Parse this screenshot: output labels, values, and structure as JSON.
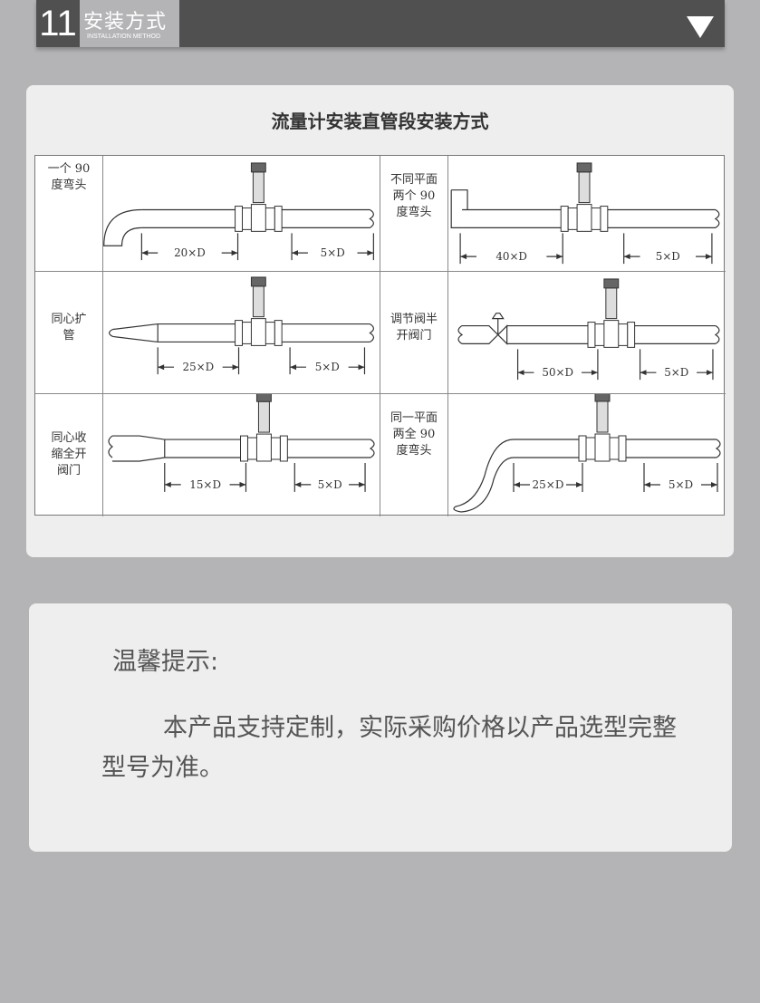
{
  "header": {
    "number": "11",
    "title": "安装方式",
    "subtitle": "INSTALLATION METHOD",
    "toggle_icon": "triangle-down-icon"
  },
  "diagram": {
    "title": "流量计安装直管段安装方式",
    "cells": [
      {
        "label": "一个 90\n度弯头",
        "upstream": "20×D",
        "downstream": "5×D"
      },
      {
        "label": "不同平面\n两个 90\n度弯头",
        "upstream": "40×D",
        "downstream": "5×D"
      },
      {
        "label": "同心扩\n管",
        "upstream": "25×D",
        "downstream": "5×D"
      },
      {
        "label": "调节阀半\n开阀门",
        "upstream": "50×D",
        "downstream": "5×D"
      },
      {
        "label": "同心收\n缩全开\n阀门",
        "upstream": "15×D",
        "downstream": "5×D"
      },
      {
        "label": "同一平面\n两全 90\n度弯头",
        "upstream": "25×D",
        "downstream": "5×D"
      }
    ]
  },
  "tip": {
    "heading": "温馨提示:",
    "body": "本产品支持定制，实际采购价格以产品选型完整型号为准。"
  }
}
